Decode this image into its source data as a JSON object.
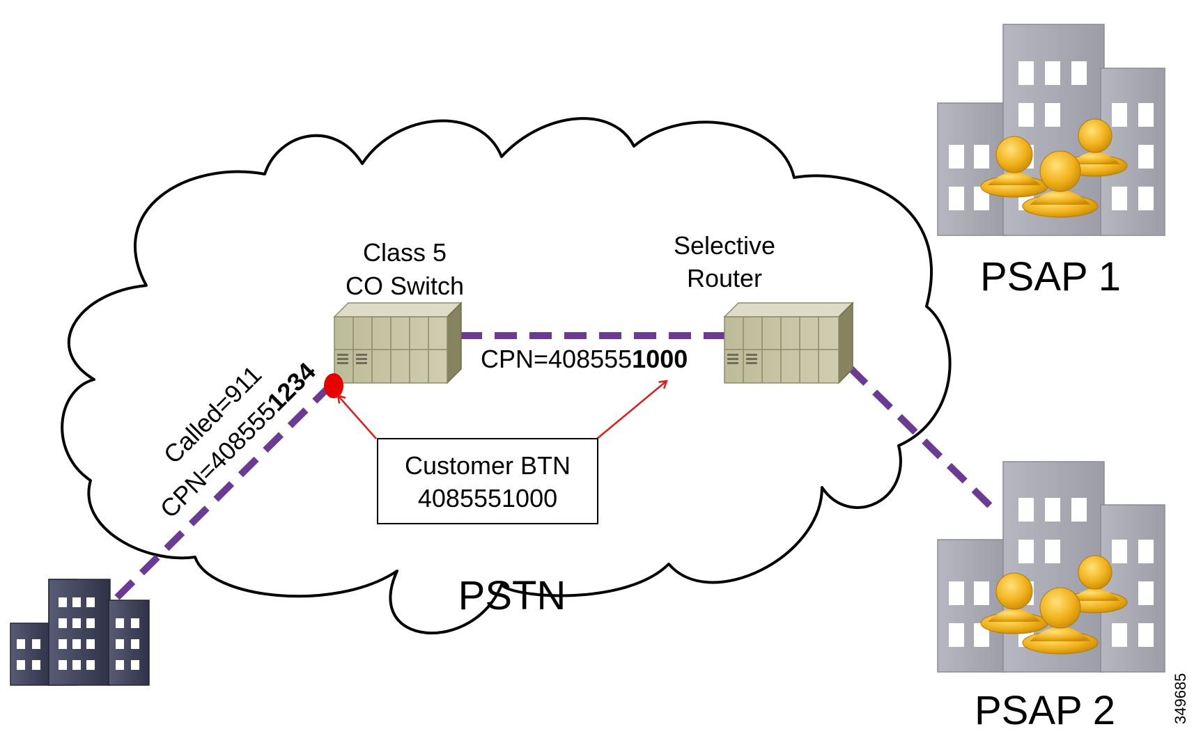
{
  "nodes": {
    "co_switch": {
      "label_line1": "Class 5",
      "label_line2": "CO Switch"
    },
    "selective_router": {
      "label_line1": "Selective",
      "label_line2": "Router"
    },
    "psap1": {
      "label": "PSAP 1"
    },
    "psap2": {
      "label": "PSAP 2"
    },
    "cloud": {
      "label": "PSTN"
    }
  },
  "links": {
    "caller_to_switch": {
      "called": "Called=911",
      "cpn_prefix": "CPN=408555",
      "cpn_suffix": "1234"
    },
    "switch_to_router": {
      "cpn_prefix": "CPN=408555",
      "cpn_suffix": "1000"
    }
  },
  "customer_btn": {
    "line1": "Customer BTN",
    "line2": "4085551000"
  },
  "figure_id": "349685",
  "colors": {
    "call_path": "#6b3a94",
    "annotation_arrow": "#e01b1b",
    "call_point": "#e60000",
    "switch_body": "#c3c1a0",
    "building_dark": "#3e4259",
    "psap_building": "#a9a9b3",
    "operator_gold": "#e8a412"
  }
}
